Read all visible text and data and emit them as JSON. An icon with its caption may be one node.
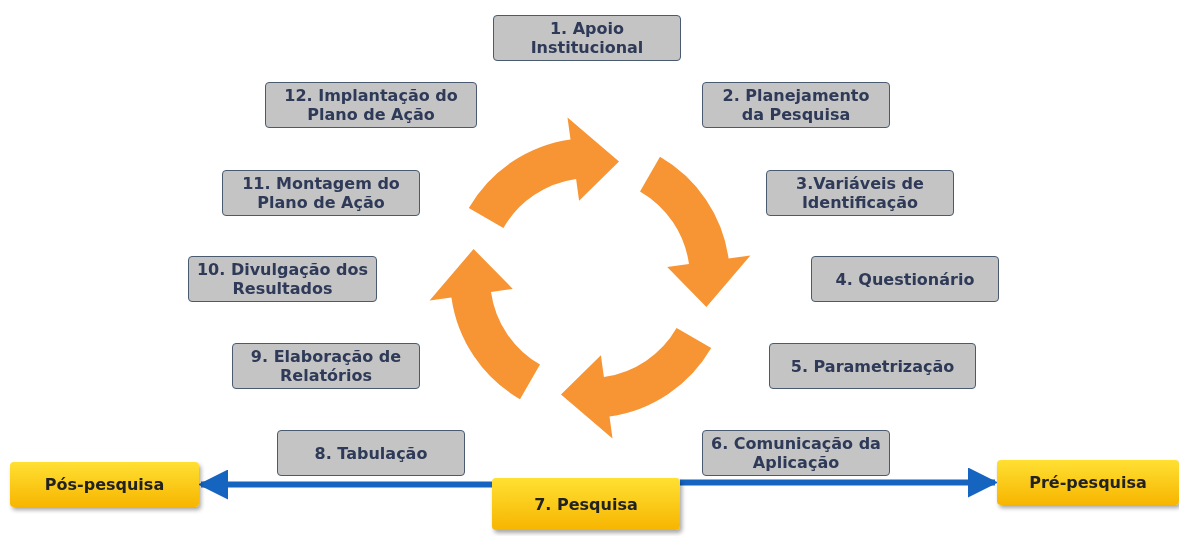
{
  "diagram": {
    "nodes": [
      {
        "text": [
          "1. Apoio Institucional"
        ]
      },
      {
        "text": [
          "2. Planejamento da Pesquisa"
        ]
      },
      {
        "text": [
          "3.Variáveis de Identificação"
        ]
      },
      {
        "text": [
          "4. Questionário"
        ]
      },
      {
        "text": [
          "5. Parametrização"
        ]
      },
      {
        "text": [
          "6. Comunicação da Aplicação"
        ]
      },
      {
        "text": [
          "7. Pesquisa"
        ]
      },
      {
        "text": [
          "8. Tabulação"
        ]
      },
      {
        "text": [
          "9. Elaboração de Relatórios"
        ]
      },
      {
        "text": [
          "10. Divulgação dos Resultados"
        ]
      },
      {
        "text": [
          "11. Montagem do Plano de Ação"
        ]
      },
      {
        "text": [
          "12. Implantação do Plano de Ação"
        ]
      },
      {
        "text": [
          "Pós-pesquisa"
        ]
      },
      {
        "text": [
          "Pré-pesquisa"
        ]
      }
    ],
    "edges": [
      {
        "from": 6,
        "to": 12,
        "arrow": "to"
      },
      {
        "from": 6,
        "to": 13,
        "arrow": "to"
      }
    ]
  }
}
